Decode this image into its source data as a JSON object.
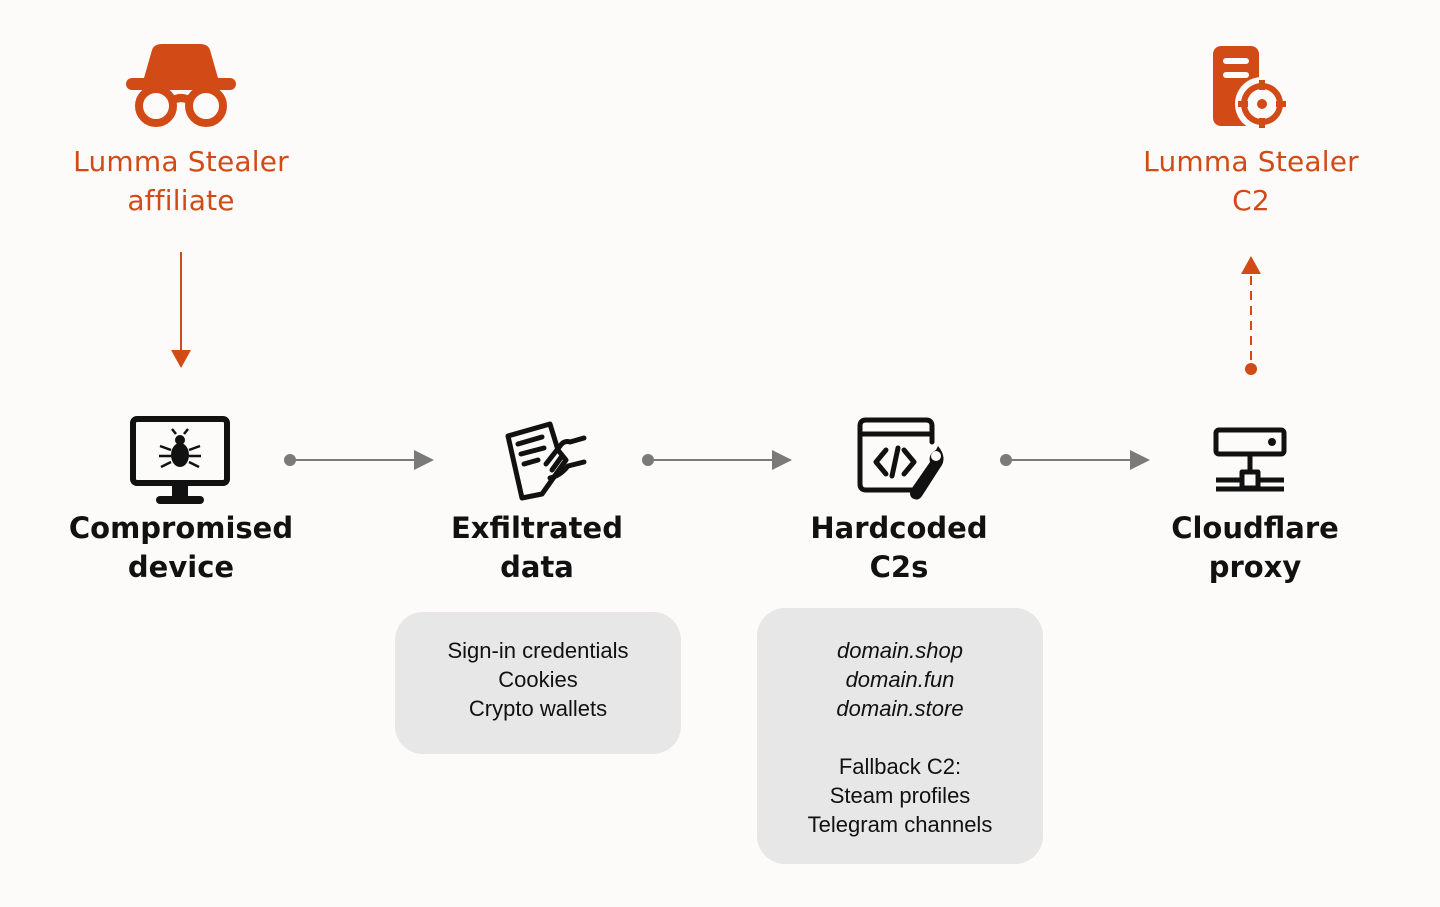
{
  "nodes": {
    "affiliate": {
      "line1": "Lumma Stealer",
      "line2": "affiliate",
      "icon": "spy-incognito-icon"
    },
    "c2": {
      "line1": "Lumma Stealer",
      "line2": "C2",
      "icon": "server-target-icon"
    },
    "device": {
      "line1": "Compromised",
      "line2": "device",
      "icon": "monitor-bug-icon"
    },
    "exfil": {
      "line1": "Exfiltrated",
      "line2": "data",
      "icon": "documents-hand-icon"
    },
    "hardcoded": {
      "line1": "Hardcoded",
      "line2": "C2s",
      "icon": "code-window-wrench-icon"
    },
    "proxy": {
      "line1": "Cloudflare",
      "line2": "proxy",
      "icon": "network-device-icon"
    }
  },
  "exfil_box": {
    "items": [
      "Sign-in credentials",
      "Cookies",
      "Crypto wallets"
    ]
  },
  "c2_box": {
    "domains": [
      "domain.shop",
      "domain.fun",
      "domain.store"
    ],
    "fallback_title": "Fallback C2:",
    "fallback_items": [
      "Steam profiles",
      "Telegram channels"
    ]
  },
  "colors": {
    "accent": "#d24a16",
    "text": "#111111",
    "connector": "#7a7a7a",
    "box": "#e7e7e7",
    "background": "#fcfbfa"
  }
}
